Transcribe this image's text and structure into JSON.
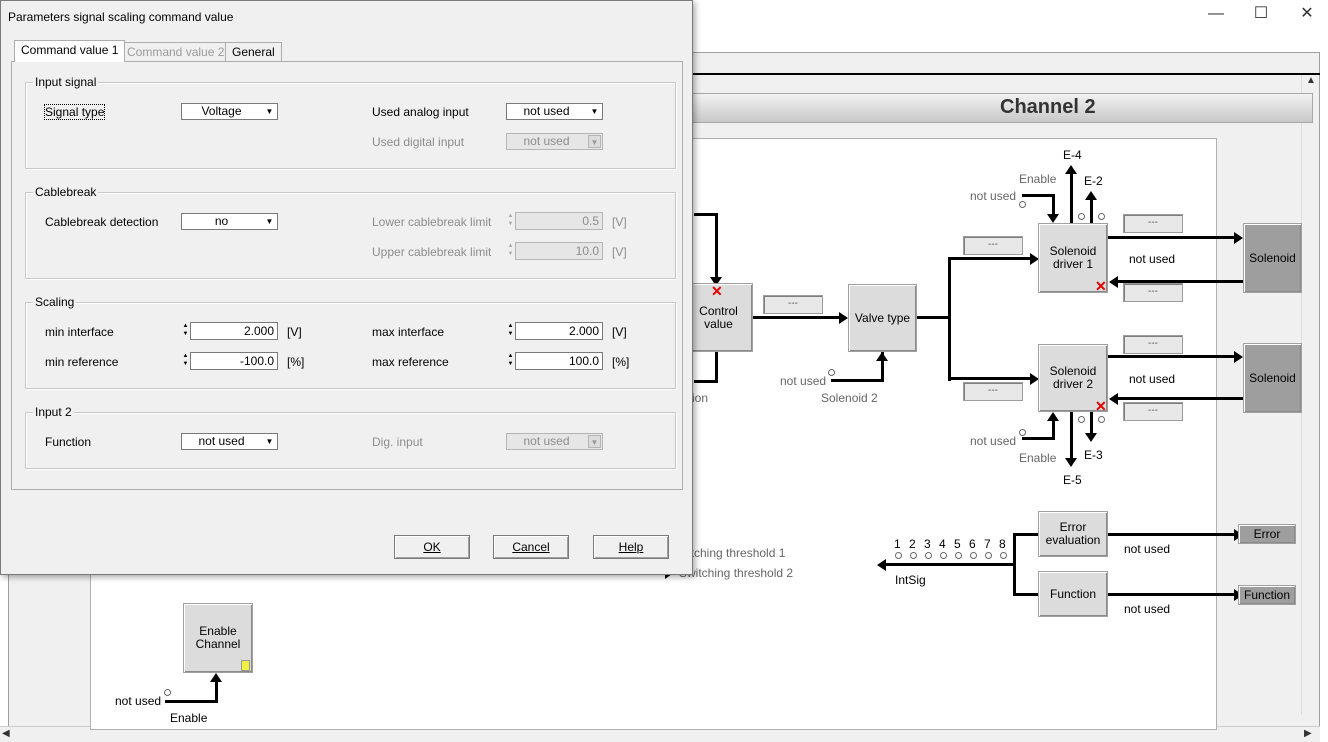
{
  "window": {
    "minimize": "—",
    "maximize": "☐",
    "close": "✕"
  },
  "app": {
    "channel_title": "Channel 2",
    "control_value": "Control\nvalue",
    "valve_type": "Valve type",
    "solenoid_driver_1": "Solenoid\ndriver 1",
    "solenoid_driver_2": "Solenoid\ndriver 2",
    "solenoid": "Solenoid",
    "error_evaluation": "Error\nevaluation",
    "function": "Function",
    "error_out": "Error",
    "function_out": "Function",
    "enable_channel": "Enable\nChannel",
    "not_used": "not used",
    "enable": "Enable",
    "solenoid_2": "Solenoid 2",
    "e4": "E-4",
    "e2": "E-2",
    "e3": "E-3",
    "e5": "E-5",
    "intsig": "IntSig",
    "intsig_numbers": [
      "1",
      "2",
      "3",
      "4",
      "5",
      "6",
      "7",
      "8"
    ],
    "switching_threshold_1": "itching threshold 1",
    "switching_threshold_2": "Switching threshold 2",
    "partial_ion": "ion",
    "display_dash": "---"
  },
  "dialog": {
    "title": "Parameters signal scaling command value",
    "tabs": [
      "Command value 1",
      "Command value 2",
      "General"
    ],
    "input_signal": {
      "title": "Input signal",
      "signal_type_label": "Signal type",
      "signal_type_value": "Voltage",
      "used_analog_input_label": "Used analog input",
      "used_analog_input_value": "not used",
      "used_digital_input_label": "Used digital input",
      "used_digital_input_value": "not used"
    },
    "cablebreak": {
      "title": "Cablebreak",
      "detection_label": "Cablebreak detection",
      "detection_value": "no",
      "lower_label": "Lower cablebreak limit",
      "lower_value": "0.5",
      "upper_label": "Upper cablebreak limit",
      "upper_value": "10.0",
      "unit": "[V]"
    },
    "scaling": {
      "title": "Scaling",
      "min_interface_label": "min interface",
      "min_interface_value": "2.000",
      "max_interface_label": "max interface",
      "max_interface_value": "2.000",
      "min_reference_label": "min reference",
      "min_reference_value": "-100.0",
      "max_reference_label": "max reference",
      "max_reference_value": "100.0",
      "unit_v": "[V]",
      "unit_pct": "[%]"
    },
    "input2": {
      "title": "Input 2",
      "function_label": "Function",
      "function_value": "not used",
      "dig_input_label": "Dig. input",
      "dig_input_value": "not used"
    },
    "buttons": {
      "ok": "OK",
      "cancel": "Cancel",
      "help": "Help"
    }
  }
}
